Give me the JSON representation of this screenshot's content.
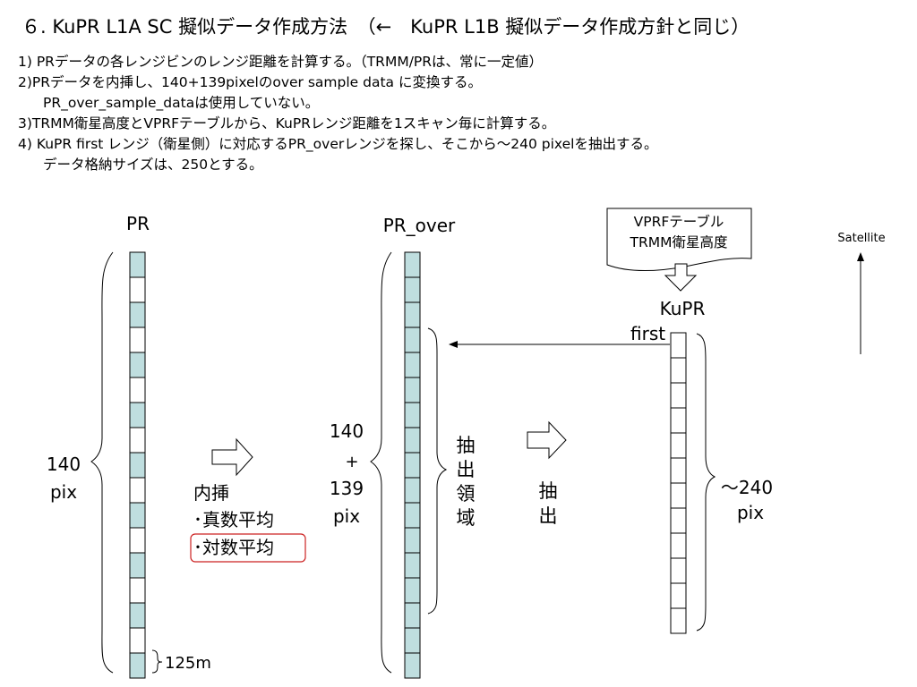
{
  "title": "６. KuPR L1A SC 擬似データ作成方法　（←　KuPR L1B 擬似データ作成方針と同じ）",
  "steps": [
    "1) PRデータの各レンジビンのレンジ距離を計算する。（TRMM/PRは、常に一定値）",
    "2)PRデータを内挿し、140+139pixelのover sample data に変換する。",
    "PR_over_sample_dataは使用していない。",
    "3)TRMM衛星高度とVPRFテーブルから、KuPRレンジ距離を1スキャン毎に計算する。",
    "4) KuPR first レンジ（衛星側）に対応するPR_overレンジを探し、そこから～240 pixelを抽出する。",
    "データ格納サイズは、250とする。"
  ],
  "diagram": {
    "pr_label": "PR",
    "pr_count": "140",
    "pr_unit": "pix",
    "pr_bin_size": "125m",
    "interp_title": "内挿",
    "interp_option1": "･真数平均",
    "interp_option2": "･対数平均",
    "over_label": "PR_over",
    "over_count_line1": "140",
    "over_count_line2": "+",
    "over_count_line3": "139",
    "over_count_line4": "pix",
    "extract_region": [
      "抽",
      "出",
      "領",
      "域"
    ],
    "extract_action": [
      "抽",
      "出"
    ],
    "source_line1": "VPRFテーブル",
    "source_line2": "TRMM衛星高度",
    "kupr_label": "KuPR",
    "kupr_first": "first",
    "kupr_count": "～240",
    "kupr_unit": "pix",
    "satellite_label": "Satellite",
    "colors": {
      "cell_fill": "#bfdedf",
      "cell_stroke": "#000000",
      "highlight_border": "#cc2222"
    }
  }
}
